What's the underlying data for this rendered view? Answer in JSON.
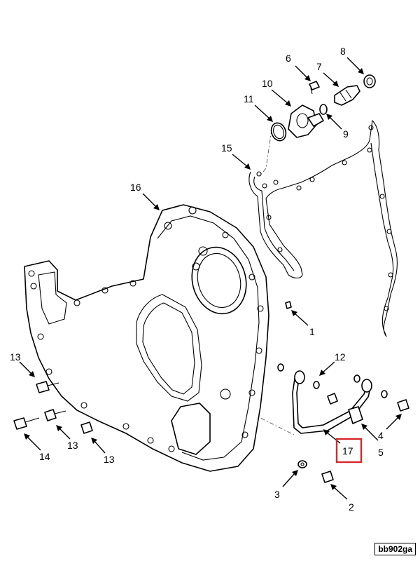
{
  "callouts": {
    "c1": "1",
    "c2": "2",
    "c3": "3",
    "c4": "4",
    "c5": "5",
    "c6": "6",
    "c7": "7",
    "c8": "8",
    "c9": "9",
    "c10": "10",
    "c11": "11",
    "c12": "12",
    "c13a": "13",
    "c13b": "13",
    "c13c": "13",
    "c14": "14",
    "c15": "15",
    "c16": "16",
    "c17": "17"
  },
  "drawing_code": "bb902ga",
  "colors": {
    "highlight": "#d62828",
    "line": "#000000"
  }
}
